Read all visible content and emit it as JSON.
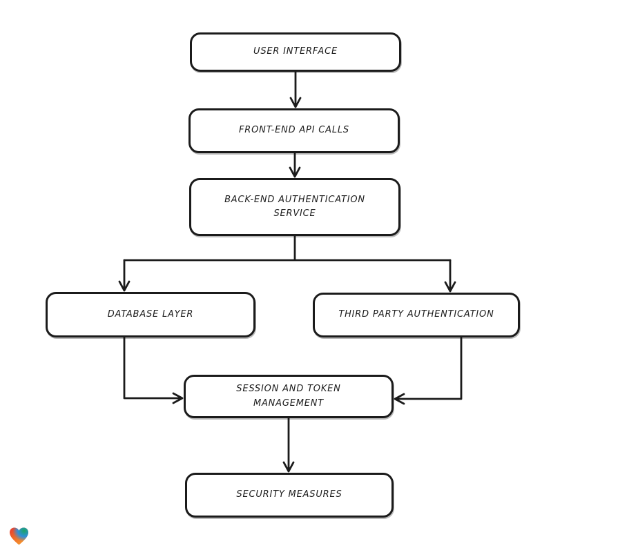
{
  "diagram": {
    "type": "flowchart",
    "style": "hand-drawn",
    "background_color": "#ffffff",
    "stroke_color": "#1b1b1b",
    "node_fill_color": "#ffffff",
    "nodes": [
      {
        "id": "user-interface",
        "label": "USER INTERFACE"
      },
      {
        "id": "front-end-api-calls",
        "label": "FRONT-END API CALLS"
      },
      {
        "id": "back-end-authentication-service",
        "label": "BACK-END AUTHENTICATION\nSERVICE"
      },
      {
        "id": "database-layer",
        "label": "DATABASE LAYER"
      },
      {
        "id": "third-party-authentication",
        "label": "THIRD PARTY AUTHENTICATION"
      },
      {
        "id": "session-and-token-management",
        "label": "SESSION AND TOKEN\nMANAGEMENT"
      },
      {
        "id": "security-measures",
        "label": "SECURITY MEASURES"
      }
    ],
    "edges": [
      {
        "from": "user-interface",
        "to": "front-end-api-calls"
      },
      {
        "from": "front-end-api-calls",
        "to": "back-end-authentication-service"
      },
      {
        "from": "back-end-authentication-service",
        "to": "database-layer"
      },
      {
        "from": "back-end-authentication-service",
        "to": "third-party-authentication"
      },
      {
        "from": "database-layer",
        "to": "session-and-token-management"
      },
      {
        "from": "third-party-authentication",
        "to": "session-and-token-management"
      },
      {
        "from": "session-and-token-management",
        "to": "security-measures"
      }
    ]
  },
  "logo": {
    "name": "gradient-heart",
    "colors": [
      "#e8392e",
      "#1ca464",
      "#2f8fd8",
      "#f59e31"
    ]
  }
}
